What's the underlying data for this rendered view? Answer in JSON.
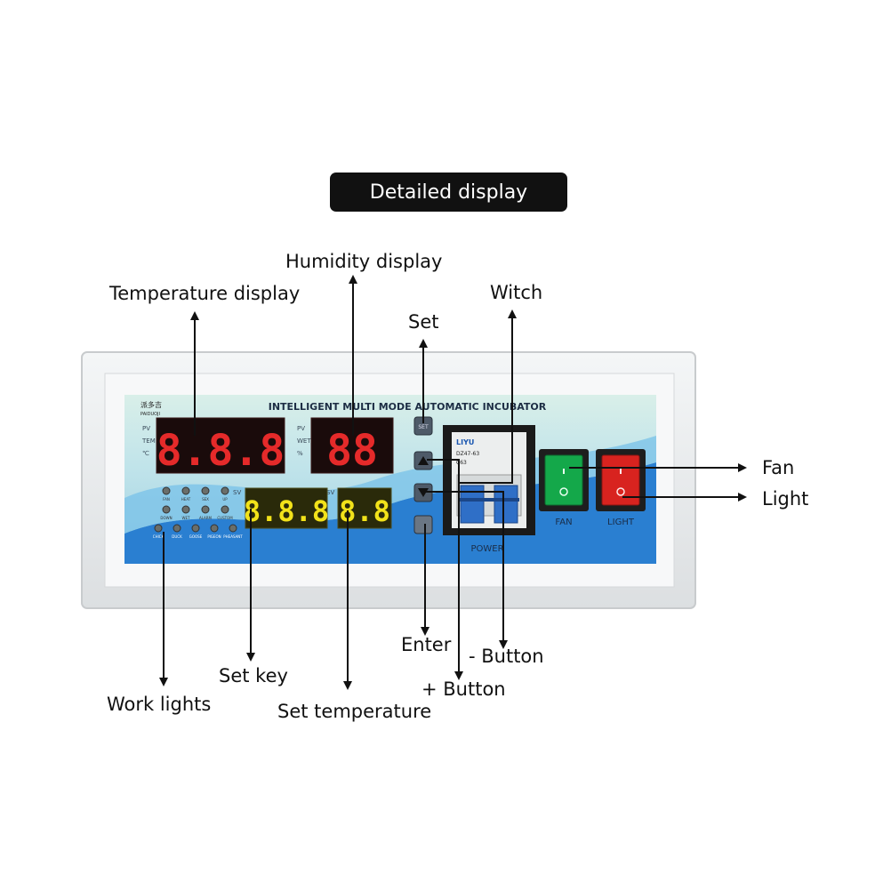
{
  "title": "Detailed display",
  "panel": {
    "brand": "派多吉",
    "brand_sub": "PAIDUOJI",
    "header": "INTELLIGENT MULTI MODE AUTOMATIC INCUBATOR",
    "pv_temp_side": [
      "PV",
      "TEM",
      "℃"
    ],
    "pv_hum_side": [
      "PV",
      "WET",
      "%"
    ],
    "sv": "SV",
    "temperature_digits": "8.8.8",
    "humidity_digits": "88",
    "set_temperature_digits": "8.8.8",
    "set_humidity_digits": "8.8",
    "led_row1": [
      "FAN",
      "HEAT",
      "SEX",
      "UP"
    ],
    "led_row2": [
      "DOWN",
      "WET",
      "ALARM",
      "CUSTOM"
    ],
    "led_row3": [
      "CHICK",
      "DUCK",
      "GOOSE",
      "PIGEON",
      "PHEASANT"
    ],
    "breaker_brand": "LIYU",
    "breaker_model": "DZ47-63",
    "breaker_rating": "C63",
    "power": "POWER",
    "fan_switch": "FAN",
    "light_switch": "LIGHT",
    "set_button": "SET"
  },
  "labels": {
    "temperature_display": "Temperature display",
    "humidity_display": "Humidity display",
    "witch": "Witch",
    "set": "Set",
    "fan": "Fan",
    "light": "Light",
    "enter": "Enter",
    "minus_button": "- Button",
    "plus_button": "+ Button",
    "set_key": "Set key",
    "work_lights": "Work lights",
    "set_temperature": "Set temperature"
  },
  "colors": {
    "led_red": "#e52a2a",
    "led_yellow": "#f2e21a",
    "panel_blue": "#2a7fd1",
    "fan_switch_green": "#14a84a",
    "light_switch_red": "#d8231f"
  }
}
